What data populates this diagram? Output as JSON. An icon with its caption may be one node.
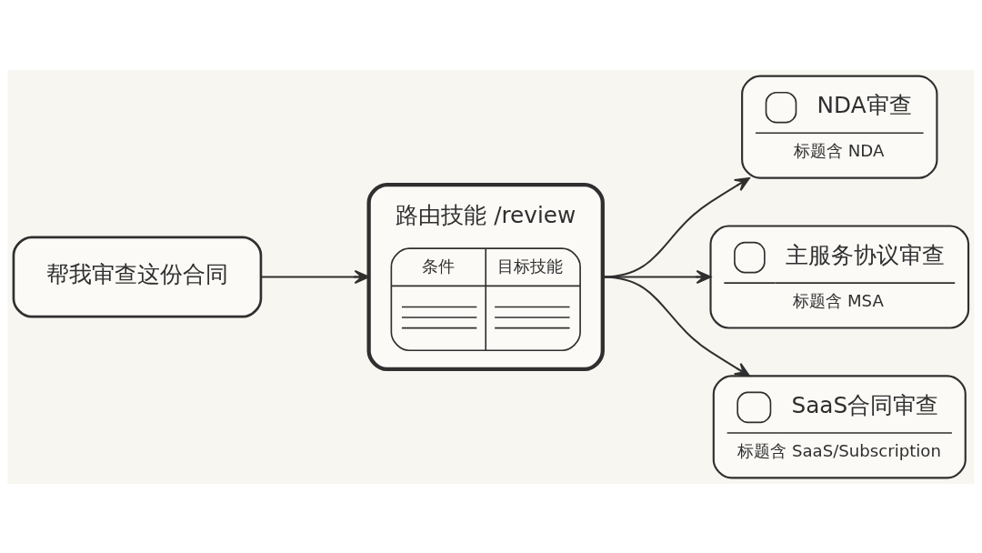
{
  "diagram": {
    "nodes": [
      {
        "text": [
          "帮我审查这份合同"
        ]
      },
      {
        "text": [
          "路由技能 /review",
          "条件",
          "目标技能"
        ]
      },
      {
        "text": [
          "NDA审查",
          "标题含 NDA"
        ]
      },
      {
        "text": [
          "主服务协议审查",
          "标题含 MSA"
        ]
      },
      {
        "text": [
          "SaaS合同审查",
          "标题含 SaaS/Subscription"
        ]
      }
    ],
    "edges": [
      {
        "from": 0,
        "to": 1,
        "arrow": "to"
      },
      {
        "from": 1,
        "to": 2,
        "arrow": "to"
      },
      {
        "from": 1,
        "to": 3,
        "arrow": "to"
      },
      {
        "from": 1,
        "to": 4,
        "arrow": "to"
      }
    ]
  }
}
